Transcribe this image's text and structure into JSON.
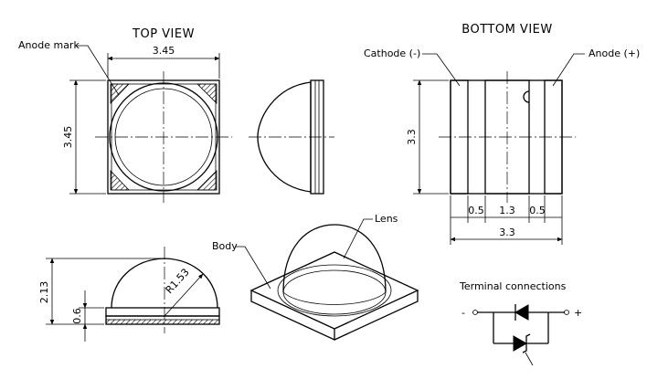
{
  "views": {
    "top_title": "TOP VIEW",
    "bottom_title": "BOTTOM VIEW"
  },
  "labels": {
    "anode_mark": "Anode mark",
    "cathode": "Cathode (-)",
    "anode": "Anode (+)",
    "lens": "Lens",
    "body": "Body",
    "terminal_connections": "Terminal connections",
    "terminal_minus": "-",
    "terminal_plus": "+"
  },
  "dimensions": {
    "top_width": "3.45",
    "top_height": "3.45",
    "bottom_height": "3.3",
    "bottom_width": "3.3",
    "pad_a": "0.5",
    "pad_gap": "1.3",
    "pad_b": "0.5",
    "side_height": "2.13",
    "base_height": "0.6",
    "lens_radius": "R1.53"
  }
}
